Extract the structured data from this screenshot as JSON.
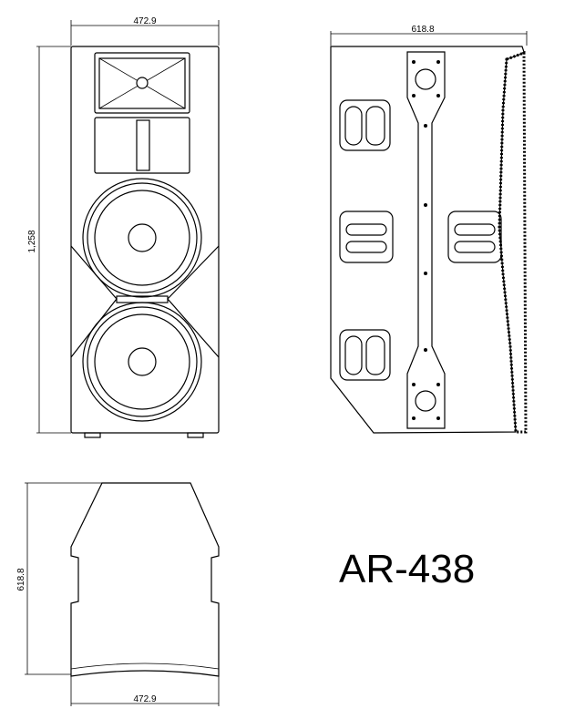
{
  "front_view": {
    "width_label": "472.9",
    "height_label": "1,258"
  },
  "side_view": {
    "depth_label": "618.8"
  },
  "top_view": {
    "depth_label": "618.8",
    "width_label": "472.9"
  },
  "model": "AR-438"
}
